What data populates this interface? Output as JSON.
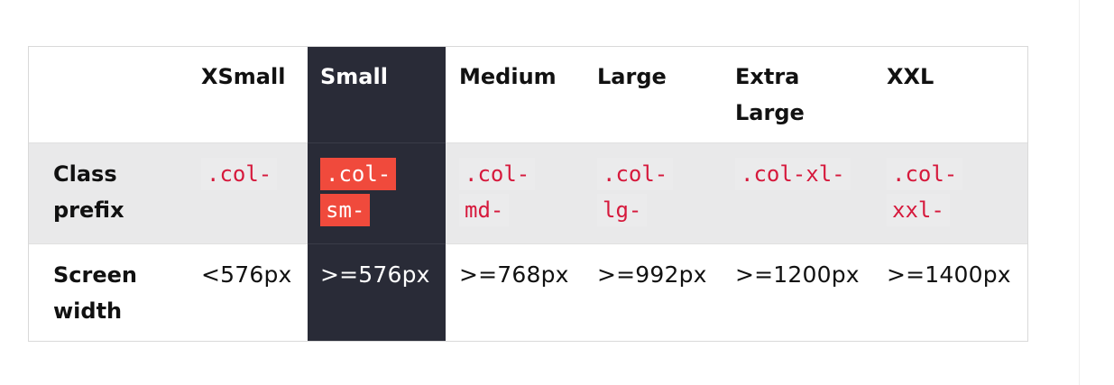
{
  "table": {
    "headers": [
      "",
      "XSmall",
      "Small",
      "Medium",
      "Large",
      "Extra Large",
      "XXL"
    ],
    "highlighted_column": "Small",
    "rows": [
      {
        "label": "Class prefix",
        "cells": [
          ".col-",
          ".col-sm-",
          ".col-md-",
          ".col-lg-",
          ".col-xl-",
          ".col-xxl-"
        ]
      },
      {
        "label": "Screen width",
        "cells": [
          "<576px",
          ">=576px",
          ">=768px",
          ">=992px",
          ">=1200px",
          ">=1400px"
        ]
      }
    ]
  },
  "colors": {
    "highlight_background": "#292b37",
    "highlight_code_background": "#f04a3c",
    "code_text": "#d6193c",
    "row_stripe": "#e9e9ea"
  }
}
